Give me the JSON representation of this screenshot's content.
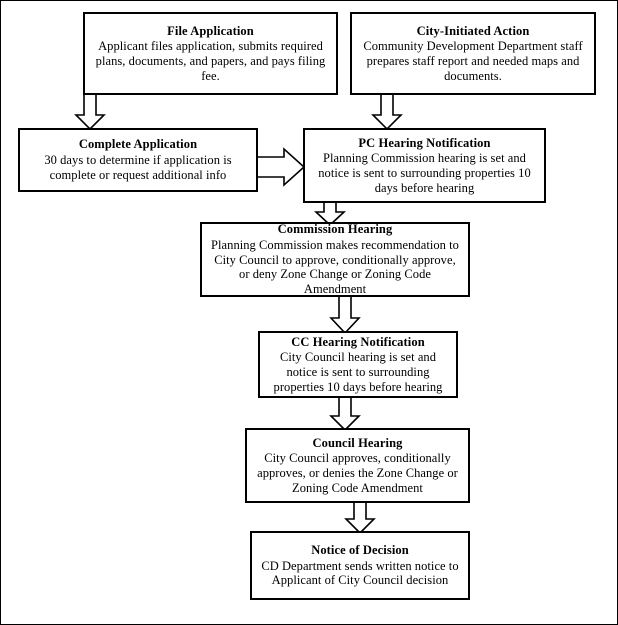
{
  "diagram": {
    "title": "Zone Change / Zoning Code Amendment Process",
    "type": "flowchart",
    "background_color": "#ffffff",
    "line_color": "#000000",
    "arrow_fill_color": "#ffffff",
    "nodes": [
      {
        "id": "file-application",
        "title": "File Application",
        "body": "Applicant files application, submits required plans, documents, and papers, and pays filing fee."
      },
      {
        "id": "city-initiated-action",
        "title": "City-Initiated Action",
        "body": "Community Development Department staff prepares staff report and needed maps and documents."
      },
      {
        "id": "complete-application",
        "title": "Complete Application",
        "body": "30 days to determine if application is complete or request additional info"
      },
      {
        "id": "pc-hearing-notification",
        "title": "PC Hearing Notification",
        "body": "Planning Commission hearing is set and notice is sent to surrounding properties 10 days before hearing"
      },
      {
        "id": "commission-hearing",
        "title": "Commission Hearing",
        "body": "Planning Commission makes recommendation to City Council to approve, conditionally approve, or deny Zone Change or Zoning Code Amendment"
      },
      {
        "id": "cc-hearing-notification",
        "title": "CC Hearing Notification",
        "body": "City Council hearing is set and notice is sent to surrounding properties 10 days before hearing"
      },
      {
        "id": "council-hearing",
        "title": "Council Hearing",
        "body": "City Council approves, conditionally approves, or denies the Zone Change or Zoning Code Amendment"
      },
      {
        "id": "notice-of-decision",
        "title": "Notice of Decision",
        "body": "CD Department sends written notice to Applicant of City Council decision"
      }
    ],
    "connectors": [
      {
        "id": "file-application-to-complete-application",
        "from": "file-application",
        "to": "complete-application",
        "direction": "down"
      },
      {
        "id": "city-initiated-action-to-pc-hearing-notification",
        "from": "city-initiated-action",
        "to": "pc-hearing-notification",
        "direction": "down"
      },
      {
        "id": "complete-application-to-pc-hearing-notification",
        "from": "complete-application",
        "to": "pc-hearing-notification",
        "direction": "right"
      },
      {
        "id": "pc-hearing-notification-to-commission-hearing",
        "from": "pc-hearing-notification",
        "to": "commission-hearing",
        "direction": "down"
      },
      {
        "id": "commission-hearing-to-cc-hearing-notification",
        "from": "commission-hearing",
        "to": "cc-hearing-notification",
        "direction": "down"
      },
      {
        "id": "cc-hearing-notification-to-council-hearing",
        "from": "cc-hearing-notification",
        "to": "council-hearing",
        "direction": "down"
      },
      {
        "id": "council-hearing-to-notice-of-decision",
        "from": "council-hearing",
        "to": "notice-of-decision",
        "direction": "down"
      }
    ]
  }
}
